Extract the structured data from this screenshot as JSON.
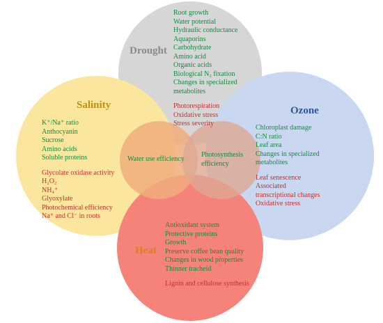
{
  "colors": {
    "drought": "#d6d6d6",
    "salinity": "#fbe69d",
    "ozone": "#c9d7f1",
    "heat": "#f5837a",
    "positive_text": "#138a3e",
    "negative_text": "#c0302f"
  },
  "drought": {
    "title": "Drought",
    "positive": [
      "Root growth",
      "Water potential",
      "Hydraulic conductance",
      "Aquaporins",
      "Carbohydrate",
      "Amino acid",
      "Organic acids",
      "Biological N₂ fixation",
      "Changes in specialized",
      "metabolites"
    ],
    "negative": [
      "Photorespiration",
      "Oxidative stress",
      "Stress severity"
    ]
  },
  "salinity": {
    "title": "Salinity",
    "positive": [
      "K⁺/Na⁺ ratio",
      "Anthocyanin",
      "Sucrose",
      "Amino acids",
      "Soluble proteins"
    ],
    "negative": [
      "Glycolate oxidase activity",
      "H₂O₂",
      "NH₄⁺",
      "Glyoxylate",
      "Photochemical efficiency",
      "Na⁺ and Cl⁻ in roots"
    ]
  },
  "ozone": {
    "title": "Ozone",
    "positive": [
      "Chloroplast damage",
      "C:N ratio",
      "Leaf area",
      "Changes in specialized",
      "metabolites"
    ],
    "negative": [
      "Leaf senescence",
      "Associated",
      "transcriptional changes",
      "Oxidative stress"
    ]
  },
  "heat": {
    "title": "Heat",
    "positive": [
      "Antioxidant system",
      "Protective proteins",
      "Growth",
      "Preserve coffee bean quality",
      "Changes in wood properties",
      "Thinner tracheid"
    ],
    "negative": [
      "Lignin and cellulose synthesis"
    ]
  },
  "overlaps": {
    "water_use": "Water use efficiency",
    "photosynthesis": [
      "Photosynthesis",
      "efficiency"
    ]
  }
}
